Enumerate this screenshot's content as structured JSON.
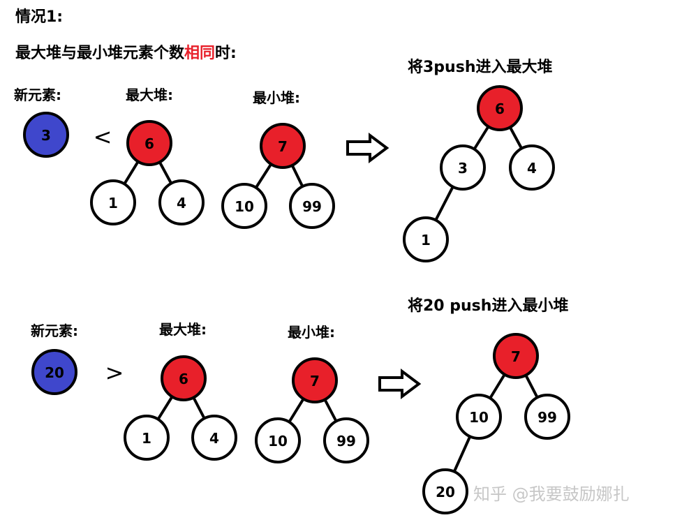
{
  "heading": {
    "case": "情况1:",
    "desc_prefix": "最大堆与最小堆元素个数",
    "desc_highlight": "相同",
    "desc_suffix": "时:"
  },
  "colors": {
    "red": "#e8202a",
    "blue": "#3f47cc",
    "white": "#ffffff",
    "watermark": "#c7c7c7"
  },
  "scenario1": {
    "new_label": "新元素:",
    "max_label": "最大堆:",
    "min_label": "最小堆:",
    "result_title": "将3push进入最大堆",
    "comparison": "<",
    "new_value": "3",
    "max_heap": [
      "6",
      "1",
      "4"
    ],
    "min_heap": [
      "7",
      "10",
      "99"
    ],
    "result_heap": [
      "6",
      "3",
      "4",
      "1"
    ]
  },
  "scenario2": {
    "new_label": "新元素:",
    "max_label": "最大堆:",
    "min_label": "最小堆:",
    "result_title": "将20 push进入最小堆",
    "comparison": ">",
    "new_value": "20",
    "max_heap": [
      "6",
      "1",
      "4"
    ],
    "min_heap": [
      "7",
      "10",
      "99"
    ],
    "result_heap": [
      "7",
      "10",
      "99",
      "20"
    ]
  },
  "watermark": "知乎 @我要鼓励娜扎"
}
